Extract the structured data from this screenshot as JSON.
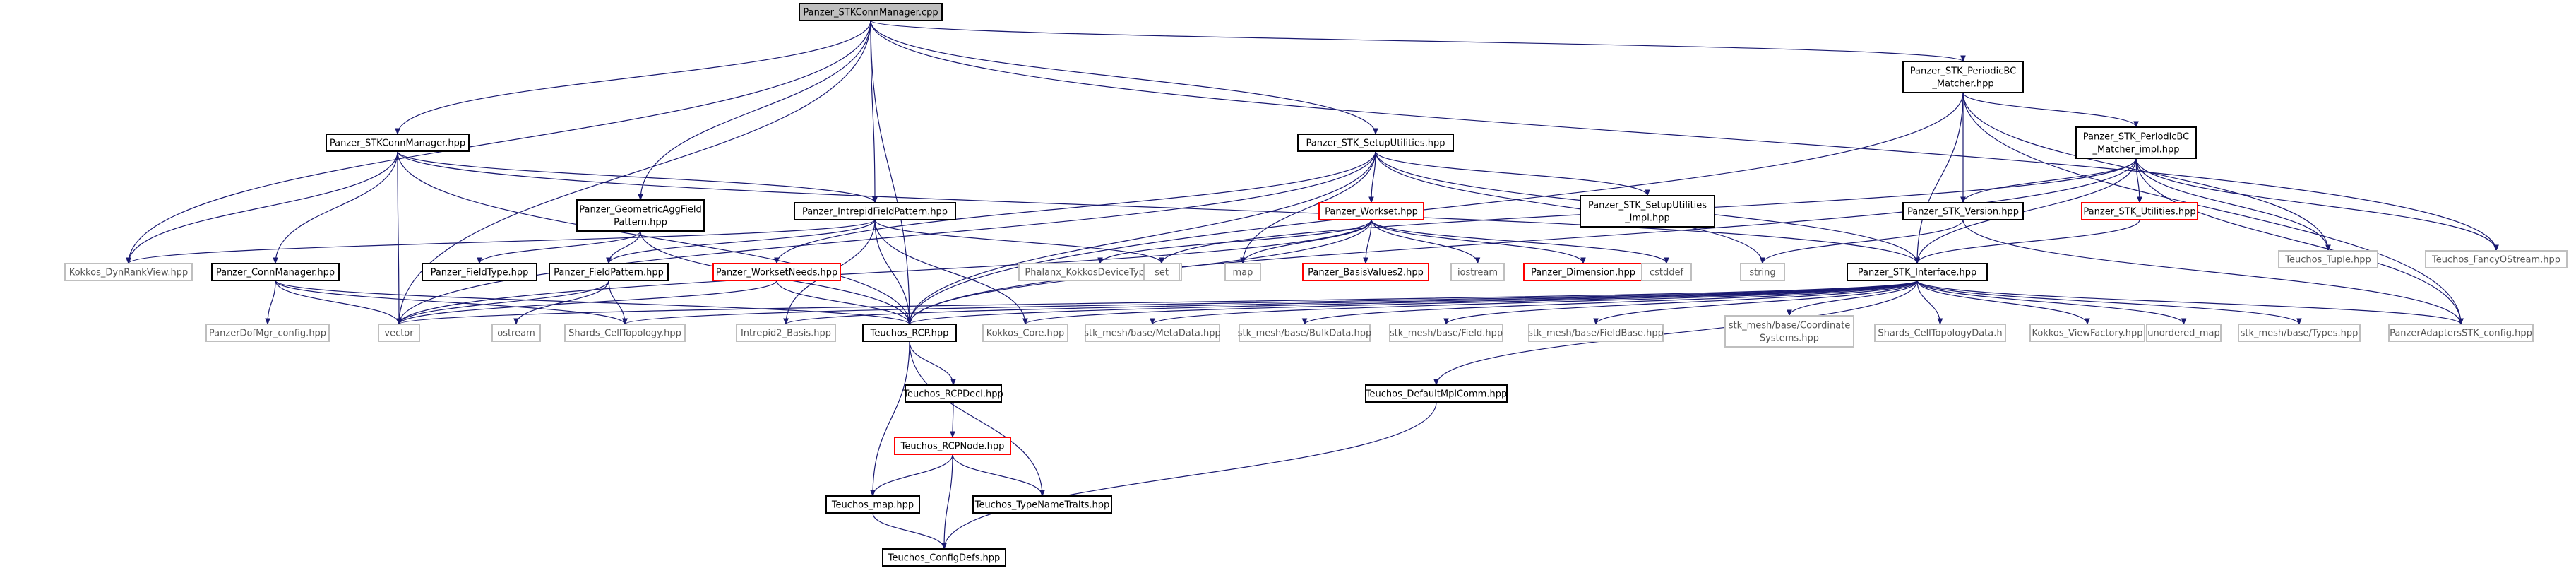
{
  "colors": {
    "edge": "#191970",
    "main_fill": "#bfbfbf",
    "doc_stroke": "#000000",
    "red_stroke": "#ff0000",
    "ext_stroke": "#bfbfbf"
  },
  "nodes": [
    {
      "id": "stkconnmgr_cpp",
      "lines": [
        "Panzer_STKConnManager.cpp"
      ],
      "kind": "main"
    },
    {
      "id": "stkconnmgr_hpp",
      "lines": [
        "Panzer_STKConnManager.hpp"
      ],
      "kind": "doc"
    },
    {
      "id": "periodic_matcher",
      "lines": [
        "Panzer_STK_PeriodicBC",
        "_Matcher.hpp"
      ],
      "kind": "doc"
    },
    {
      "id": "setuputil",
      "lines": [
        "Panzer_STK_SetupUtilities.hpp"
      ],
      "kind": "doc"
    },
    {
      "id": "periodic_impl",
      "lines": [
        "Panzer_STK_PeriodicBC",
        "_Matcher_impl.hpp"
      ],
      "kind": "doc"
    },
    {
      "id": "geomagg",
      "lines": [
        "Panzer_GeometricAggField",
        "Pattern.hpp"
      ],
      "kind": "doc"
    },
    {
      "id": "intrepidfp",
      "lines": [
        "Panzer_IntrepidFieldPattern.hpp"
      ],
      "kind": "doc"
    },
    {
      "id": "workset",
      "lines": [
        "Panzer_Workset.hpp"
      ],
      "kind": "red"
    },
    {
      "id": "setuputil_impl",
      "lines": [
        "Panzer_STK_SetupUtilities",
        "_impl.hpp"
      ],
      "kind": "doc"
    },
    {
      "id": "stk_version",
      "lines": [
        "Panzer_STK_Version.hpp"
      ],
      "kind": "doc"
    },
    {
      "id": "stk_utilities",
      "lines": [
        "Panzer_STK_Utilities.hpp"
      ],
      "kind": "red"
    },
    {
      "id": "teuchos_tuple",
      "lines": [
        "Teuchos_Tuple.hpp"
      ],
      "kind": "ext"
    },
    {
      "id": "teuchos_fancy",
      "lines": [
        "Teuchos_FancyOStream.hpp"
      ],
      "kind": "ext"
    },
    {
      "id": "kokkos_dynrank",
      "lines": [
        "Kokkos_DynRankView.hpp"
      ],
      "kind": "ext"
    },
    {
      "id": "connmgr",
      "lines": [
        "Panzer_ConnManager.hpp"
      ],
      "kind": "doc"
    },
    {
      "id": "fieldtype",
      "lines": [
        "Panzer_FieldType.hpp"
      ],
      "kind": "doc"
    },
    {
      "id": "fieldpattern",
      "lines": [
        "Panzer_FieldPattern.hpp"
      ],
      "kind": "doc"
    },
    {
      "id": "worksetneeds",
      "lines": [
        "Panzer_WorksetNeeds.hpp"
      ],
      "kind": "red"
    },
    {
      "id": "phalanx_kokkos",
      "lines": [
        "Phalanx_KokkosDeviceTypes.hpp"
      ],
      "kind": "ext"
    },
    {
      "id": "set",
      "lines": [
        "set"
      ],
      "kind": "ext"
    },
    {
      "id": "map",
      "lines": [
        "map"
      ],
      "kind": "ext"
    },
    {
      "id": "basisvalues2",
      "lines": [
        "Panzer_BasisValues2.hpp"
      ],
      "kind": "red"
    },
    {
      "id": "iostream",
      "lines": [
        "iostream"
      ],
      "kind": "ext"
    },
    {
      "id": "dimension",
      "lines": [
        "Panzer_Dimension.hpp"
      ],
      "kind": "red"
    },
    {
      "id": "cstddef",
      "lines": [
        "cstddef"
      ],
      "kind": "ext"
    },
    {
      "id": "string",
      "lines": [
        "string"
      ],
      "kind": "ext"
    },
    {
      "id": "stk_interface",
      "lines": [
        "Panzer_STK_Interface.hpp"
      ],
      "kind": "doc"
    },
    {
      "id": "panzerdofmgr_config",
      "lines": [
        "PanzerDofMgr_config.hpp"
      ],
      "kind": "ext"
    },
    {
      "id": "vector",
      "lines": [
        "vector"
      ],
      "kind": "ext"
    },
    {
      "id": "ostream",
      "lines": [
        "ostream"
      ],
      "kind": "ext"
    },
    {
      "id": "shards_celltopo",
      "lines": [
        "Shards_CellTopology.hpp"
      ],
      "kind": "ext"
    },
    {
      "id": "intrepid2_basis",
      "lines": [
        "Intrepid2_Basis.hpp"
      ],
      "kind": "ext"
    },
    {
      "id": "teuchos_rcp",
      "lines": [
        "Teuchos_RCP.hpp"
      ],
      "kind": "doc"
    },
    {
      "id": "kokkos_core",
      "lines": [
        "Kokkos_Core.hpp"
      ],
      "kind": "ext"
    },
    {
      "id": "metadata",
      "lines": [
        "stk_mesh/base/MetaData.hpp"
      ],
      "kind": "ext"
    },
    {
      "id": "bulkdata",
      "lines": [
        "stk_mesh/base/BulkData.hpp"
      ],
      "kind": "ext"
    },
    {
      "id": "field",
      "lines": [
        "stk_mesh/base/Field.hpp"
      ],
      "kind": "ext"
    },
    {
      "id": "fieldbase",
      "lines": [
        "stk_mesh/base/FieldBase.hpp"
      ],
      "kind": "ext"
    },
    {
      "id": "coordsys",
      "lines": [
        "stk_mesh/base/Coordinate",
        "Systems.hpp"
      ],
      "kind": "ext"
    },
    {
      "id": "shards_ctd",
      "lines": [
        "Shards_CellTopologyData.h"
      ],
      "kind": "ext"
    },
    {
      "id": "kokkos_viewfactory",
      "lines": [
        "Kokkos_ViewFactory.hpp"
      ],
      "kind": "ext"
    },
    {
      "id": "unordered_map",
      "lines": [
        "unordered_map"
      ],
      "kind": "ext"
    },
    {
      "id": "types",
      "lines": [
        "stk_mesh/base/Types.hpp"
      ],
      "kind": "ext"
    },
    {
      "id": "panzeradapters_config",
      "lines": [
        "PanzerAdaptersSTK_config.hpp"
      ],
      "kind": "ext"
    },
    {
      "id": "teuchos_rcpdecl",
      "lines": [
        "Teuchos_RCPDecl.hpp"
      ],
      "kind": "doc"
    },
    {
      "id": "teuchos_defaultmpicomm",
      "lines": [
        "Teuchos_DefaultMpiComm.hpp"
      ],
      "kind": "doc"
    },
    {
      "id": "teuchos_rcpnode",
      "lines": [
        "Teuchos_RCPNode.hpp"
      ],
      "kind": "red"
    },
    {
      "id": "teuchos_map",
      "lines": [
        "Teuchos_map.hpp"
      ],
      "kind": "doc"
    },
    {
      "id": "teuchos_typenametraits",
      "lines": [
        "Teuchos_TypeNameTraits.hpp"
      ],
      "kind": "doc"
    },
    {
      "id": "teuchos_configdefs",
      "lines": [
        "Teuchos_ConfigDefs.hpp"
      ],
      "kind": "doc"
    }
  ],
  "edges": [
    [
      "stkconnmgr_cpp",
      "stkconnmgr_hpp"
    ],
    [
      "stkconnmgr_cpp",
      "periodic_matcher"
    ],
    [
      "stkconnmgr_cpp",
      "setuputil"
    ],
    [
      "stkconnmgr_cpp",
      "geomagg"
    ],
    [
      "stkconnmgr_cpp",
      "intrepidfp"
    ],
    [
      "stkconnmgr_cpp",
      "teuchos_rcp"
    ],
    [
      "stkconnmgr_cpp",
      "kokkos_dynrank"
    ],
    [
      "stkconnmgr_cpp",
      "vector"
    ],
    [
      "stkconnmgr_cpp",
      "teuchos_fancy"
    ],
    [
      "stkconnmgr_hpp",
      "kokkos_dynrank"
    ],
    [
      "stkconnmgr_hpp",
      "connmgr"
    ],
    [
      "stkconnmgr_hpp",
      "intrepidfp"
    ],
    [
      "stkconnmgr_hpp",
      "teuchos_rcp"
    ],
    [
      "stkconnmgr_hpp",
      "vector"
    ],
    [
      "stkconnmgr_hpp",
      "stk_interface"
    ],
    [
      "periodic_matcher",
      "periodic_impl"
    ],
    [
      "periodic_matcher",
      "stk_interface"
    ],
    [
      "periodic_matcher",
      "stk_version"
    ],
    [
      "periodic_matcher",
      "teuchos_tuple"
    ],
    [
      "periodic_matcher",
      "teuchos_rcp"
    ],
    [
      "periodic_matcher",
      "panzeradapters_config"
    ],
    [
      "periodic_impl",
      "stk_version"
    ],
    [
      "periodic_impl",
      "stk_utilities"
    ],
    [
      "periodic_impl",
      "stk_interface"
    ],
    [
      "periodic_impl",
      "teuchos_tuple"
    ],
    [
      "periodic_impl",
      "teuchos_fancy"
    ],
    [
      "periodic_impl",
      "set"
    ],
    [
      "periodic_impl",
      "teuchos_rcp"
    ],
    [
      "periodic_impl",
      "panzeradapters_config"
    ],
    [
      "setuputil",
      "setuputil_impl"
    ],
    [
      "setuputil",
      "workset"
    ],
    [
      "setuputil",
      "worksetneeds"
    ],
    [
      "setuputil",
      "stk_interface"
    ],
    [
      "setuputil",
      "vector"
    ],
    [
      "setuputil",
      "string"
    ],
    [
      "setuputil",
      "map"
    ],
    [
      "setuputil",
      "teuchos_rcp"
    ],
    [
      "geomagg",
      "fieldpattern"
    ],
    [
      "geomagg",
      "fieldtype"
    ],
    [
      "geomagg",
      "teuchos_rcp"
    ],
    [
      "intrepidfp",
      "fieldpattern"
    ],
    [
      "intrepidfp",
      "intrepid2_basis"
    ],
    [
      "intrepidfp",
      "kokkos_dynrank"
    ],
    [
      "intrepidfp",
      "teuchos_rcp"
    ],
    [
      "intrepidfp",
      "set"
    ],
    [
      "intrepidfp",
      "kokkos_core"
    ],
    [
      "fieldpattern",
      "vector"
    ],
    [
      "fieldpattern",
      "ostream"
    ],
    [
      "fieldpattern",
      "shards_celltopo"
    ],
    [
      "connmgr",
      "panzerdofmgr_config"
    ],
    [
      "connmgr",
      "vector"
    ],
    [
      "connmgr",
      "teuchos_rcp"
    ],
    [
      "connmgr",
      "shards_celltopo"
    ],
    [
      "workset",
      "basisvalues2"
    ],
    [
      "workset",
      "dimension"
    ],
    [
      "workset",
      "iostream"
    ],
    [
      "workset",
      "cstddef"
    ],
    [
      "workset",
      "phalanx_kokkos"
    ],
    [
      "workset",
      "map"
    ],
    [
      "workset",
      "vector"
    ],
    [
      "workset",
      "teuchos_rcp"
    ],
    [
      "worksetneeds",
      "teuchos_rcp"
    ],
    [
      "worksetneeds",
      "vector"
    ],
    [
      "stk_utilities",
      "stk_interface"
    ],
    [
      "stk_version",
      "string"
    ],
    [
      "stk_version",
      "panzeradapters_config"
    ],
    [
      "stk_interface",
      "metadata"
    ],
    [
      "stk_interface",
      "bulkdata"
    ],
    [
      "stk_interface",
      "field"
    ],
    [
      "stk_interface",
      "fieldbase"
    ],
    [
      "stk_interface",
      "coordsys"
    ],
    [
      "stk_interface",
      "shards_ctd"
    ],
    [
      "stk_interface",
      "kokkos_viewfactory"
    ],
    [
      "stk_interface",
      "unordered_map"
    ],
    [
      "stk_interface",
      "types"
    ],
    [
      "stk_interface",
      "panzeradapters_config"
    ],
    [
      "stk_interface",
      "teuchos_rcp"
    ],
    [
      "stk_interface",
      "teuchos_defaultmpicomm"
    ],
    [
      "stk_interface",
      "intrepid2_basis"
    ],
    [
      "stk_interface",
      "shards_celltopo"
    ],
    [
      "stk_interface",
      "vector"
    ],
    [
      "stk_interface",
      "kokkos_core"
    ],
    [
      "teuchos_rcp",
      "teuchos_rcpdecl"
    ],
    [
      "teuchos_rcp",
      "teuchos_map"
    ],
    [
      "teuchos_rcp",
      "teuchos_typenametraits"
    ],
    [
      "teuchos_rcpdecl",
      "teuchos_rcpnode"
    ],
    [
      "teuchos_rcpnode",
      "teuchos_map"
    ],
    [
      "teuchos_rcpnode",
      "teuchos_configdefs"
    ],
    [
      "teuchos_rcpnode",
      "teuchos_typenametraits"
    ],
    [
      "teuchos_map",
      "teuchos_configdefs"
    ],
    [
      "teuchos_defaultmpicomm",
      "teuchos_configdefs"
    ]
  ]
}
